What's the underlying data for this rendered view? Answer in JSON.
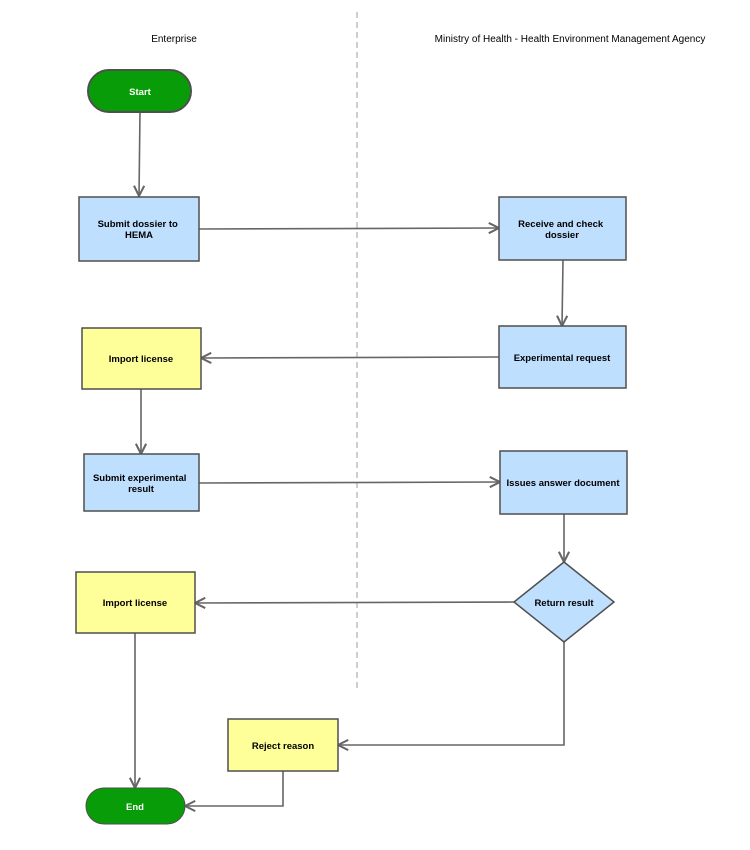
{
  "lanes": {
    "left": "Enterprise",
    "right": "Ministry of Health - Health Environment Management Agency"
  },
  "colors": {
    "terminal_fill": "#089d08",
    "terminal_stroke": "#4f4f4f",
    "process_fill": "#bfdfff",
    "license_fill": "#ffff99",
    "edge": "#666666",
    "divider": "#bdbdbd"
  },
  "nodes": {
    "start": [
      "Start"
    ],
    "submit_dossier": [
      "Submit dossier to",
      "HEMA"
    ],
    "receive_check": [
      "Receive and check",
      "dossier"
    ],
    "experimental_request": [
      "Experimental request"
    ],
    "import_license_1": [
      "Import license"
    ],
    "submit_experimental": [
      "Submit experimental",
      "result"
    ],
    "issues_answer": [
      "Issues answer document"
    ],
    "return_result": [
      "Return result"
    ],
    "import_license_2": [
      "Import license"
    ],
    "reject_reason": [
      "Reject reason"
    ],
    "end": [
      "End"
    ]
  }
}
